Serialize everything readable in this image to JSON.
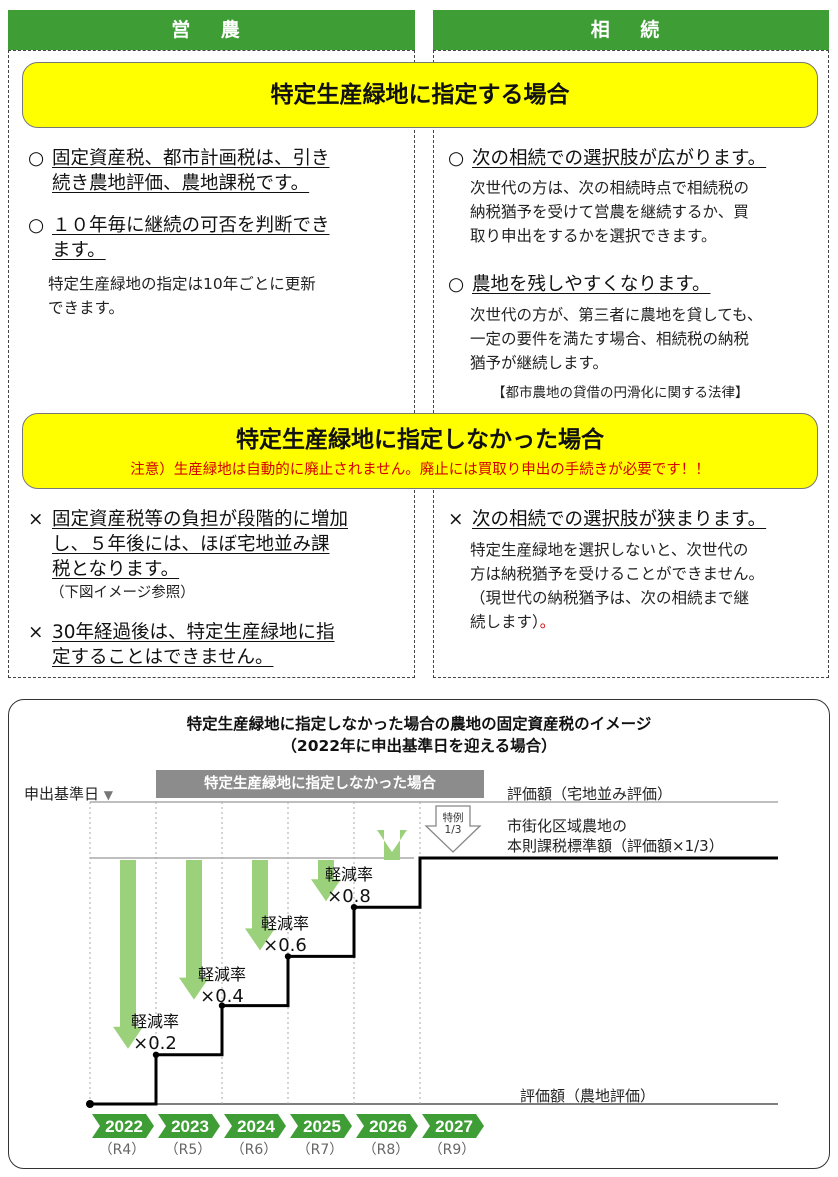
{
  "headers": {
    "left": "営 農",
    "right": "相 続"
  },
  "designated": {
    "title": "特定生産緑地に指定する場合",
    "farming": {
      "p1_mark": "○",
      "p1_l1": "固定資産税、都市計画税は、引き",
      "p1_l2": "続き農地評価、農地課税です。",
      "p2_mark": "○",
      "p2_l1": "１０年毎に継続の可否を判断でき",
      "p2_l2": "ます。",
      "desc_l1": "特定生産緑地の指定は10年ごとに更新",
      "desc_l2": "できます。"
    },
    "inheritance": {
      "p1_mark": "○",
      "p1": "次の相続での選択肢が広がります。",
      "d1_l1": "次世代の方は、次の相続時点で相続税の",
      "d1_l2": "納税猶予を受けて営農を継続するか、買",
      "d1_l3": "取り申出をするかを選択できます。",
      "p2_mark": "○",
      "p2": "農地を残しやすくなります。",
      "d2_l1": "次世代の方が、第三者に農地を貸しても、",
      "d2_l2": "一定の要件を満たす場合、相続税の納税",
      "d2_l3": "猶予が継続します。",
      "law": "【都市農地の貸借の円滑化に関する法律】"
    }
  },
  "not_designated": {
    "title": "特定生産緑地に指定しなかった場合",
    "note": "注意）生産緑地は自動的に廃止されません。廃止には買取り申出の手続きが必要です！！",
    "farming": {
      "p1_mark": "×",
      "p1_l1": "固定資産税等の負担が段階的に増加",
      "p1_l2": "し、５年後には、ほぼ宅地並み課",
      "p1_l3": "税となります。",
      "ref": "（下図イメージ参照）",
      "p2_mark": "×",
      "p2_l1": "30年経過後は、特定生産緑地に指",
      "p2_l2": "定することはできません。"
    },
    "inheritance": {
      "p1_mark": "×",
      "p1": "次の相続での選択肢が狭まります。",
      "d_l1": "特定生産緑地を選択しないと、次世代の",
      "d_l2": "方は納税猶予を受けることができません。",
      "d_l3": "（現世代の納税猶予は、次の相続まで継",
      "d_l4": "続します）",
      "d_l4_dot": "。"
    }
  },
  "chart": {
    "title_l1": "特定生産緑地に指定しなかった場合の農地の固定資産税のイメージ",
    "title_l2": "（2022年に申出基準日を迎える場合）",
    "base_date_label": "申出基準日",
    "range_label": "特定生産緑地に指定しなかった場合",
    "top_label": "評価額（宅地並み評価）",
    "mid_label_l1": "市街化区域農地の",
    "mid_label_l2": "本則課税標準額（評価額×1/3）",
    "bottom_label": "評価額（農地評価）",
    "special_l1": "特例",
    "special_l2": "1/3",
    "rate_label": "軽減率",
    "colors": {
      "green": "#3f9d35",
      "arrow": "#9bd17a",
      "gray": "#8c8c8c"
    }
  },
  "chart_data": {
    "type": "line",
    "title": "特定生産緑地に指定しなかった場合の農地の固定資産税のイメージ",
    "subtitle": "（2022年に申出基準日を迎える場合）",
    "categories": [
      "2022",
      "2023",
      "2024",
      "2025",
      "2026",
      "2027"
    ],
    "sublabels": [
      "（R4）",
      "（R5）",
      "（R6）",
      "（R7）",
      "（R8）",
      "（R9）"
    ],
    "series": [
      {
        "values": [
          0,
          0.2,
          0.4,
          0.6,
          0.8,
          1.0
        ]
      }
    ],
    "rate_values": [
      "×0.2",
      "×0.4",
      "×0.6",
      "×0.8"
    ],
    "ylim": [
      0,
      1
    ],
    "grid": true
  }
}
